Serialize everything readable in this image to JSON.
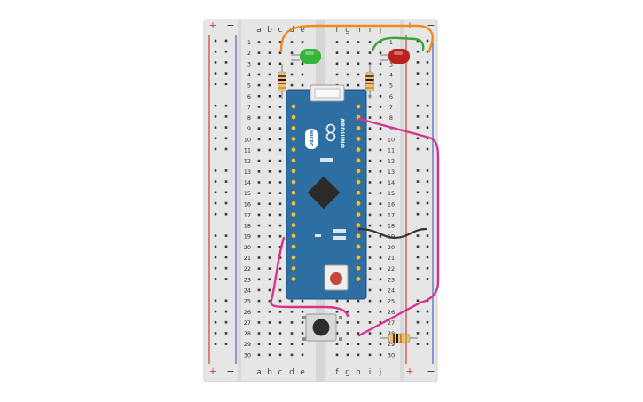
{
  "breadboard": {
    "column_letters_left": [
      "a",
      "b",
      "c",
      "d",
      "e"
    ],
    "column_letters_right": [
      "f",
      "g",
      "h",
      "i",
      "j"
    ],
    "row_numbers": [
      "1",
      "2",
      "3",
      "4",
      "5",
      "6",
      "7",
      "8",
      "9",
      "10",
      "11",
      "12",
      "13",
      "14",
      "15",
      "16",
      "17",
      "18",
      "19",
      "20",
      "21",
      "22",
      "23",
      "24",
      "25",
      "26",
      "27",
      "28",
      "29",
      "30"
    ],
    "rail_plus": "+",
    "rail_minus": "−"
  },
  "board": {
    "brand": "ARDUINO",
    "model": "MICRO"
  },
  "components": {
    "led_green": "green LED",
    "led_red": "red LED",
    "pushbutton": "pushbutton",
    "resistors": 3
  },
  "colors": {
    "breadboard": "#e6e6e6",
    "rail_red": "#d23a3a",
    "rail_blue": "#4a62c9",
    "arduino_blue": "#2d6fa3",
    "wire_orange": "#f08a1e",
    "wire_green": "#3aa635",
    "wire_magenta": "#d6328f",
    "wire_black": "#333333",
    "led_green": "#33b53b",
    "led_red": "#b9221f"
  }
}
